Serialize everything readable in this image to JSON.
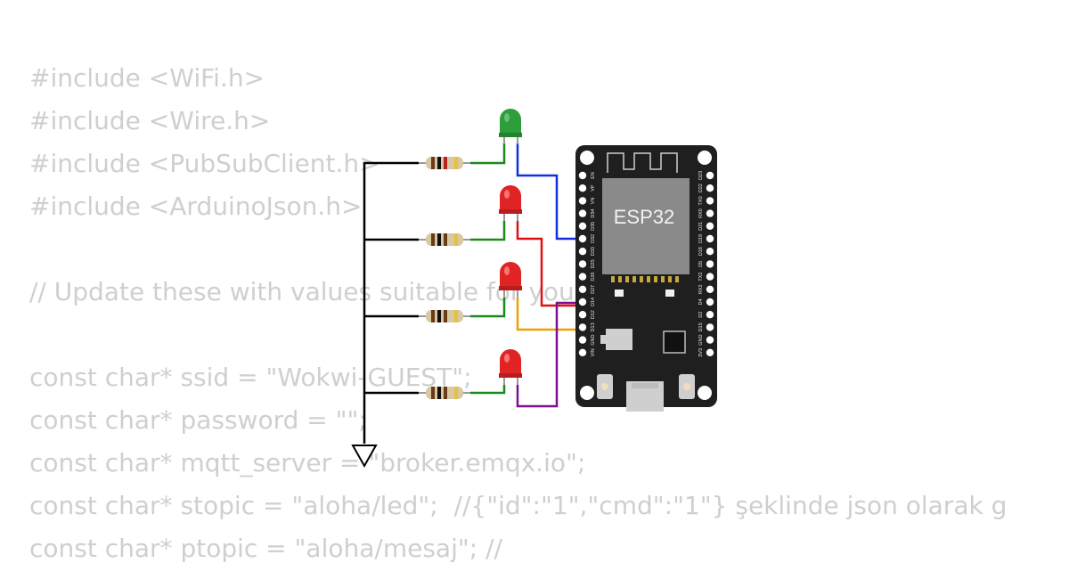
{
  "code_lines": [
    "#include <WiFi.h>",
    "#include <Wire.h>",
    "#include <PubSubClient.h>",
    "#include <ArduinoJson.h>",
    "",
    "// Update these with values suitable for your network.",
    "",
    "const char* ssid = \"Wokwi-GUEST\";",
    "const char* password = \"\";",
    "const char* mqtt_server = \"broker.emqx.io\";",
    "const char* stopic = \"aloha/led\";  //{\"id\":\"1\",\"cmd\":\"1\"} şeklinde json olarak g",
    "const char* ptopic = \"aloha/mesaj\"; //"
  ],
  "board": {
    "label": "ESP32",
    "left_pins": [
      "EN",
      "VP",
      "VN",
      "D34",
      "D35",
      "D32",
      "D33",
      "D25",
      "D26",
      "D27",
      "D14",
      "D12",
      "D13",
      "GND",
      "VIN"
    ],
    "right_pins": [
      "D23",
      "D22",
      "TX0",
      "RX0",
      "D21",
      "D19",
      "D18",
      "D5",
      "TX2",
      "RX2",
      "D4",
      "D2",
      "D15",
      "GND",
      "3V3"
    ]
  },
  "leds": [
    {
      "color": "green"
    },
    {
      "color": "red"
    },
    {
      "color": "red"
    },
    {
      "color": "red"
    }
  ],
  "colors": {
    "code_text": "#cfcfcf",
    "board": "#1f1f1f",
    "chip": "#8a8a8a",
    "led_green": "#2e9e3c",
    "led_red": "#e02424",
    "wire_black": "#000000",
    "wire_green": "#1a8a1a",
    "wire_blue": "#1030e0",
    "wire_red": "#e01010",
    "wire_orange": "#f0a000",
    "wire_purple": "#7a1090"
  }
}
